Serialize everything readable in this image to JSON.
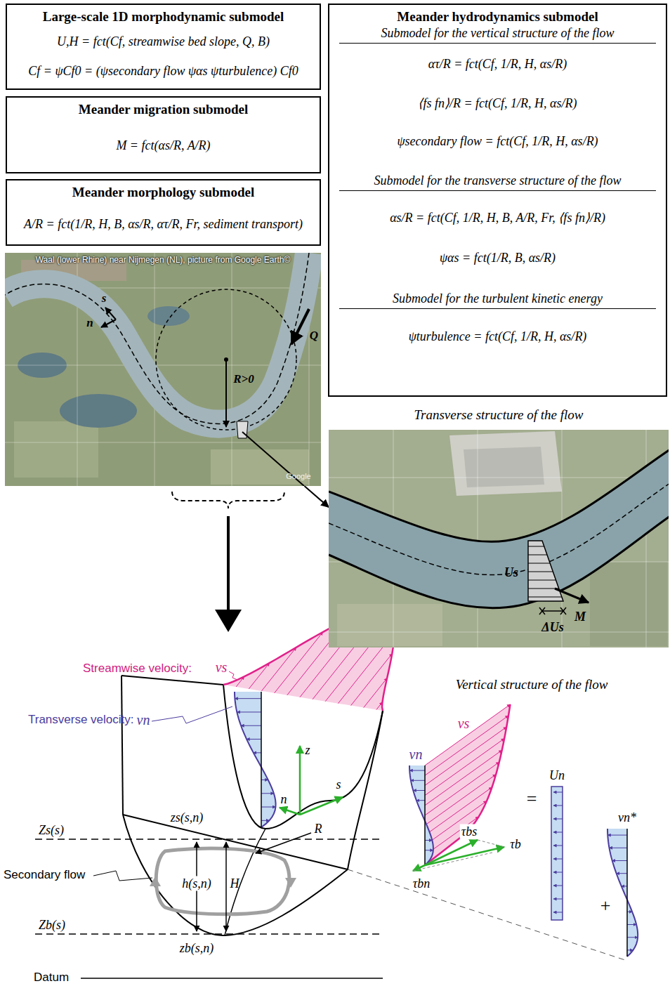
{
  "diagram": {
    "nodes": [
      {
        "text": [
          "Large-scale 1D morphodynamic submodel",
          "U,H = fct(Cf, streamwise bed slope, Q, B)",
          "Cf = ψCf0 = (ψsecondary flow ψαs ψturbulence) Cf0"
        ]
      },
      {
        "text": [
          "Meander migration submodel",
          "M = fct(αs/R, A/R)"
        ]
      },
      {
        "text": [
          "Meander morphology submodel",
          "A/R = fct(1/R, H, B, αs/R, ατ/R, Fr, sediment transport)"
        ]
      },
      {
        "text": [
          "Meander hydrodynamics submodel",
          "Submodel for the vertical structure of the flow",
          "ατ/R = fct(Cf, 1/R, H, αs/R)",
          "⟨fs fn⟩/R = fct(Cf, 1/R, H, αs/R)",
          "ψsecondary flow = fct(Cf, 1/R, H, αs/R)",
          "Submodel for the transverse structure of the flow",
          "αs/R = fct(Cf, 1/R, H, B, A/R, Fr, ⟨fs fn⟩/R)",
          "ψαs = fct(1/R, B, αs/R)",
          "Submodel for the turbulent kinetic energy",
          "ψturbulence = fct(Cf, 1/R, H, αs/R)"
        ]
      },
      {
        "text": [
          "Waal (lower Rhine) near Nijmegen (NL), picture from Google Earth©"
        ]
      },
      {
        "text": [
          "Transverse structure of the flow"
        ]
      }
    ],
    "edges": [
      {
        "from": 4,
        "to": 5,
        "arrow": "to"
      }
    ],
    "labels": [
      "s",
      "n",
      "Q",
      "R>0",
      "Google",
      "Us",
      "ΔUs",
      "M",
      "Streamwise velocity:",
      "vs",
      "Transverse velocity:",
      "vn",
      "z",
      "s",
      "n",
      "Zs(s)",
      "zs(s,n)",
      "Secondary flow",
      "h(s,n)",
      "H",
      "R",
      "Zb(s)",
      "zb(s,n)",
      "Datum",
      "Vertical structure of the flow",
      "vn",
      "vs",
      "τbs",
      "τb",
      "τbn",
      "=",
      "Un",
      "+",
      "vn*"
    ]
  }
}
